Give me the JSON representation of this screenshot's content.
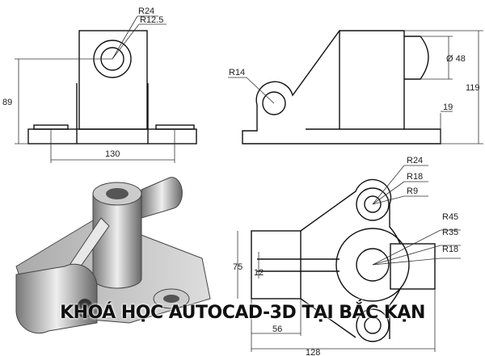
{
  "caption": "KHOÁ HỌC AUTOCAD-3D TẠI BẮC KẠN",
  "front_view": {
    "radius_outer": "R24",
    "radius_inner": "R12.5",
    "height": "89",
    "hole_spacing": "130"
  },
  "side_view": {
    "boss_radius": "R14",
    "diameter": "Ø 48",
    "total_height": "119",
    "base_height": "19"
  },
  "top_view": {
    "r1": "R24",
    "r2": "R18",
    "r3": "R9",
    "r4": "R45",
    "r5": "R35",
    "r6": "R18",
    "width": "75",
    "slot": "12",
    "len1": "56",
    "len2": "128"
  }
}
